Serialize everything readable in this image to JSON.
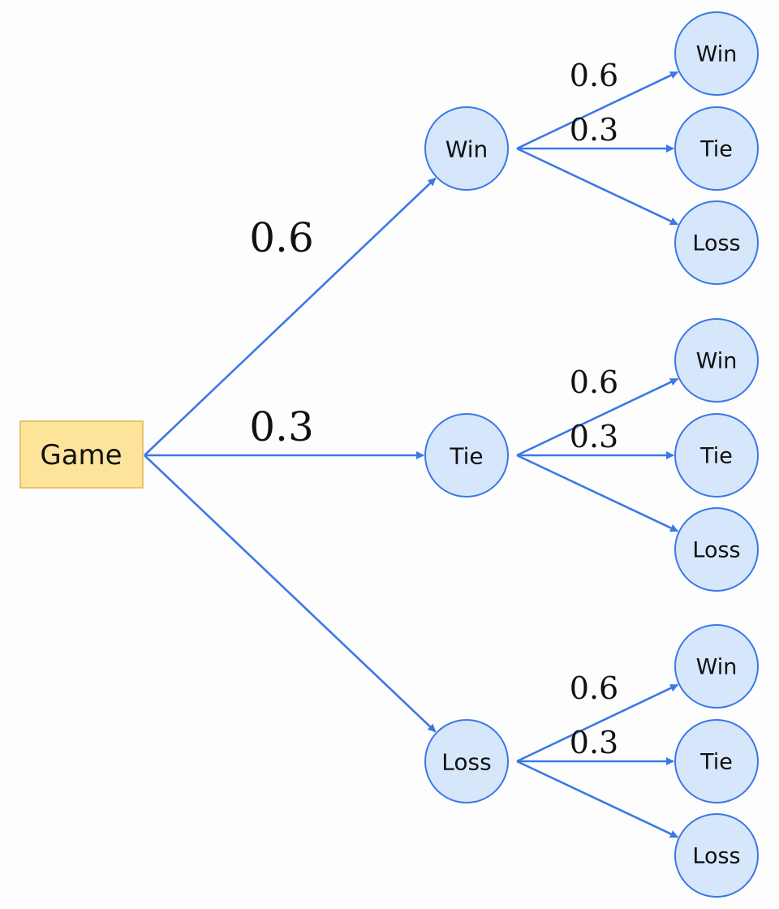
{
  "root": {
    "label": "Game",
    "fill": "#fde49a",
    "stroke": "#e3b552"
  },
  "first_level": [
    {
      "label": "Win",
      "prob": "0.6"
    },
    {
      "label": "Tie",
      "prob": "0.3"
    },
    {
      "label": "Loss",
      "prob": ""
    }
  ],
  "second_level": [
    {
      "label": "Win",
      "prob": "0.6"
    },
    {
      "label": "Tie",
      "prob": "0.3"
    },
    {
      "label": "Loss",
      "prob": ""
    }
  ],
  "colors": {
    "edge": "#3b78e7",
    "node_fill": "#d6e6fb",
    "node_stroke": "#3b78e7",
    "text": "#111111"
  }
}
